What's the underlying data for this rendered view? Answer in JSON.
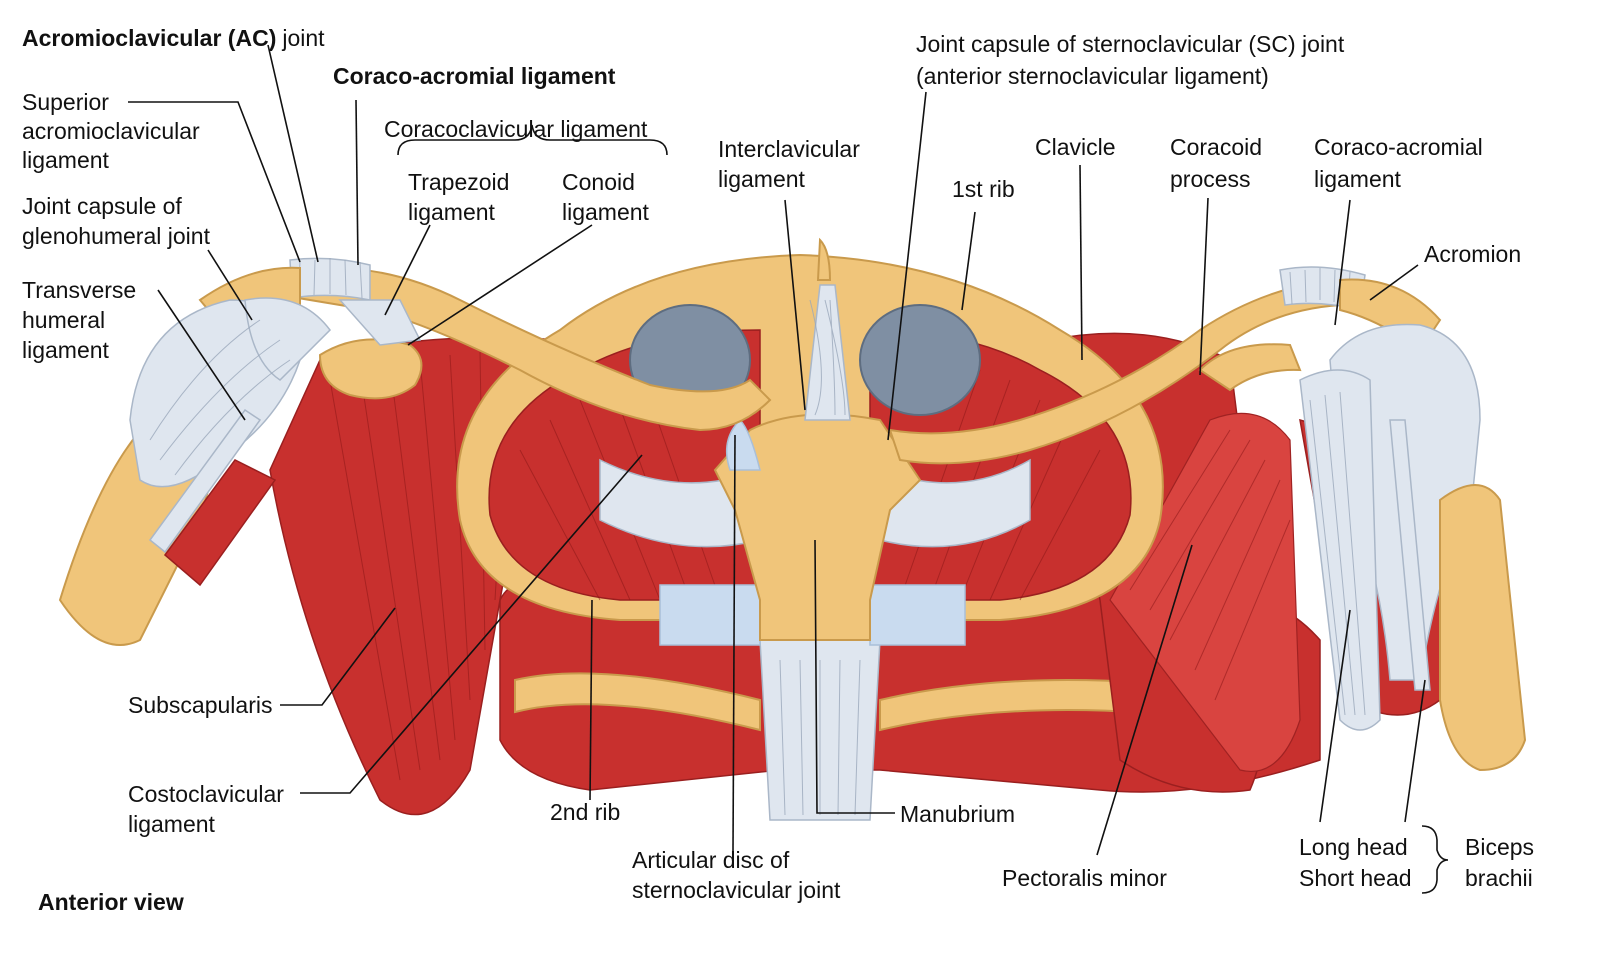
{
  "labels": {
    "ac_joint_bold": "Acromioclavicular (AC)",
    "ac_joint_rest": "joint",
    "superior_ac_1": "Superior",
    "superior_ac_2": "acromioclavicular",
    "superior_ac_3": "ligament",
    "joint_capsule_gh_1": "Joint capsule of",
    "joint_capsule_gh_2": "glenohumeral joint",
    "transverse_humeral_1": "Transverse",
    "transverse_humeral_2": "humeral",
    "transverse_humeral_3": "ligament",
    "coraco_acromial_left": "Coraco-acromial ligament",
    "coracoclavicular": "Coracoclavicular ligament",
    "trapezoid_1": "Trapezoid",
    "trapezoid_2": "ligament",
    "conoid_1": "Conoid",
    "conoid_2": "ligament",
    "interclavicular_1": "Interclavicular",
    "interclavicular_2": "ligament",
    "sc_capsule_1": "Joint capsule of sternoclavicular (SC) joint",
    "sc_capsule_2": "(anterior sternoclavicular ligament)",
    "first_rib": "1st rib",
    "clavicle": "Clavicle",
    "coracoid_1": "Coracoid",
    "coracoid_2": "process",
    "coraco_acromial_right_1": "Coraco-acromial",
    "coraco_acromial_right_2": "ligament",
    "acromion": "Acromion",
    "subscapularis": "Subscapularis",
    "costoclavicular_1": "Costoclavicular",
    "costoclavicular_2": "ligament",
    "second_rib": "2nd rib",
    "articular_disc_1": "Articular disc of",
    "articular_disc_2": "sternoclavicular joint",
    "manubrium": "Manubrium",
    "pectoralis_minor": "Pectoralis minor",
    "long_head": "Long head",
    "short_head": "Short head",
    "biceps_1": "Biceps",
    "biceps_2": "brachii",
    "view": "Anterior view"
  },
  "colors": {
    "bone": "#f0c57a",
    "cartilage": "#c9dbef",
    "muscle": "#c8302e",
    "ligament": "#dfe6ef"
  }
}
